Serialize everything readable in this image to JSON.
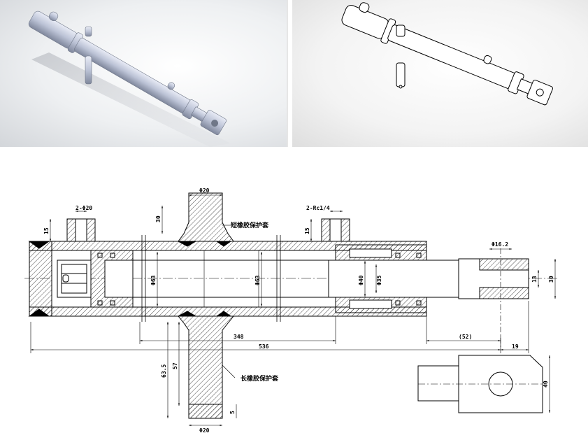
{
  "views": {
    "shaded_render": {
      "icon": "hydraulic-cylinder-shaded"
    },
    "wireframe_render": {
      "icon": "hydraulic-cylinder-outline"
    }
  },
  "drawing": {
    "dims": {
      "port_left": "2-Φ20",
      "port_right": "2-Rc1/4",
      "trunnion_top_dia": "Φ20",
      "trunnion_bottom_dia": "Φ20",
      "h30": "30",
      "h15_left": "15",
      "h15_right": "15",
      "bore_left": "Φ63",
      "bore_mid": "Φ63",
      "rod_40": "Φ40",
      "rod_35": "Φ35",
      "pin_dia": "Φ16.2",
      "clevis_13": "13",
      "clevis_30": "30",
      "len_348": "348",
      "len_536": "536",
      "len_52": "(52)",
      "len_19": "19",
      "len_63_5": "63.5",
      "len_57": "57",
      "len_5": "5",
      "clevis_40": "40"
    },
    "notes": {
      "short_boot": "短橡胶保护套",
      "long_boot": "长橡胶保护套"
    }
  }
}
